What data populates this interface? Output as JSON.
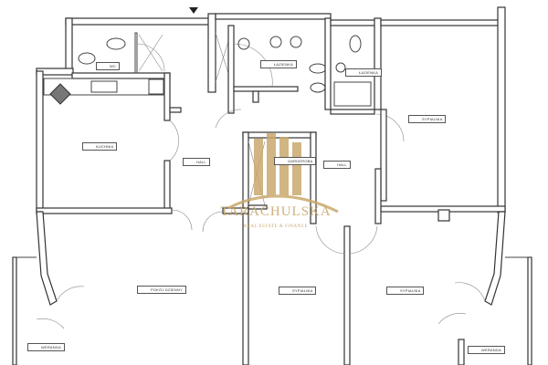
{
  "rooms": {
    "wc": "WC",
    "kitchen": "KUCHNIA",
    "hall_left": "HALL",
    "bathroom_main": "ŁAZIENKA",
    "bathroom_small": "ŁAZIENKA",
    "bedroom_top_right": "SYPIALNIA",
    "hall_right": "HALL",
    "wardrobe": "GARDEROBA",
    "living_room": "POKÓJ DZIENNY",
    "bedroom_middle": "SYPIALNIA",
    "bedroom_right": "SYPIALNIA",
    "veranda_left": "WERANDA",
    "veranda_right": "WERANDA"
  },
  "watermark": {
    "name": "TARACHULSKA",
    "tagline": "REAL ESTATE & FINANCE"
  },
  "colors": {
    "wall": "#333333",
    "watermark": "#c9a96e"
  }
}
